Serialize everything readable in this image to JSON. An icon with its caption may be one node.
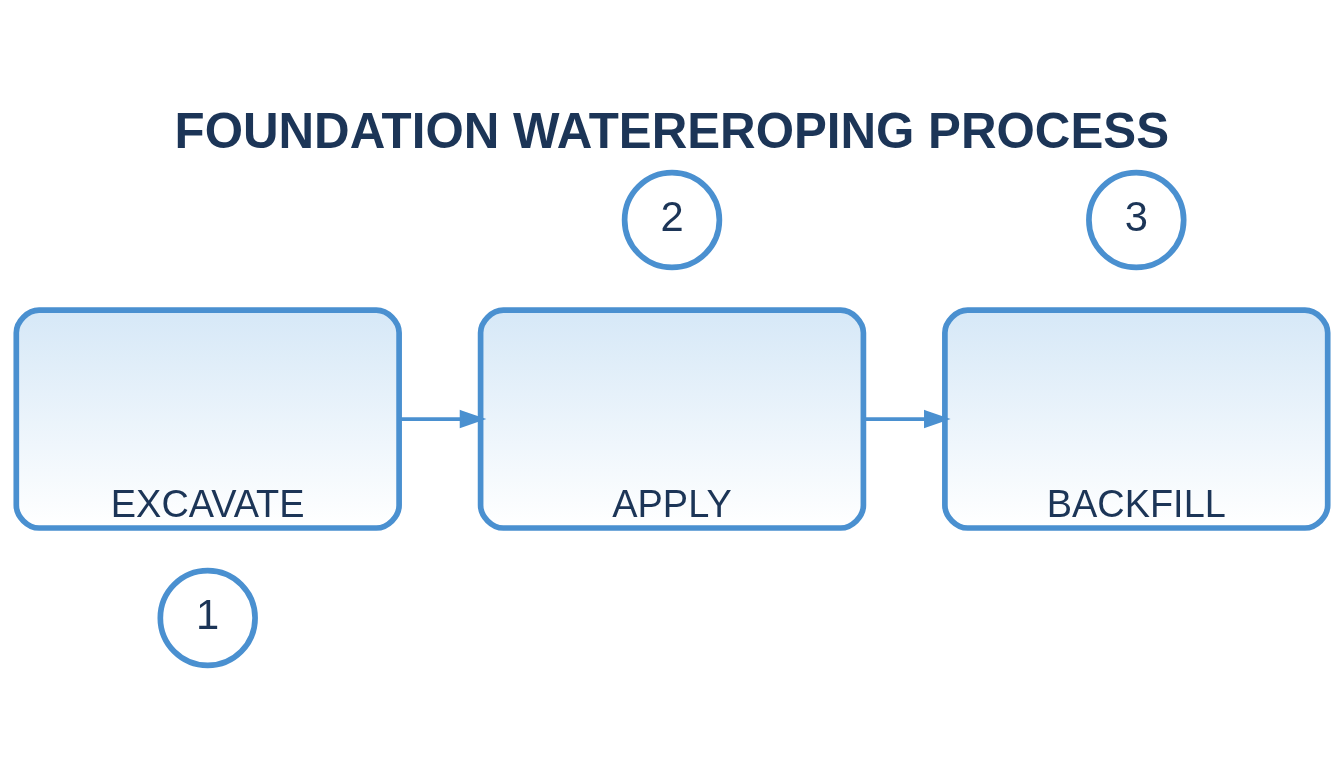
{
  "diagram": {
    "title": "FOUNDATION WATEREROPING PROCESS",
    "nodes": [
      {
        "text": [
          "1"
        ]
      },
      {
        "text": [
          "EXCAVATE"
        ]
      },
      {
        "text": [
          "2"
        ]
      },
      {
        "text": [
          "APPLY"
        ]
      },
      {
        "text": [
          "3"
        ]
      },
      {
        "text": [
          "BACKFILL"
        ]
      }
    ],
    "edges": [
      {
        "from": 1,
        "to": 3,
        "arrow": "to"
      },
      {
        "from": 3,
        "to": 5,
        "arrow": "to"
      }
    ]
  }
}
